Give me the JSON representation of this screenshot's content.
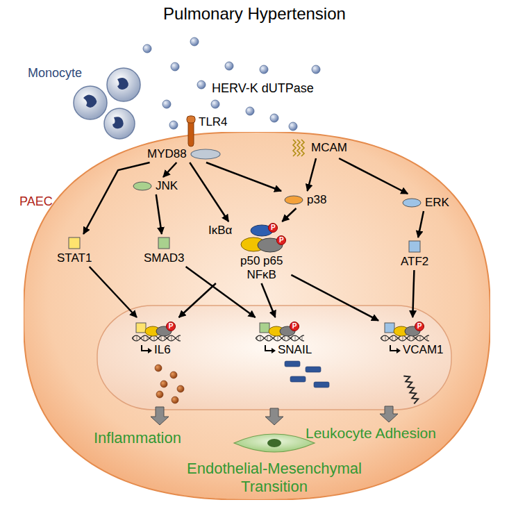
{
  "diagram": {
    "title": "Pulmonary Hypertension",
    "nodes": [
      {
        "text": [
          "PAEC"
        ]
      },
      {
        "text": [
          "TLR4"
        ]
      },
      {
        "text": [
          "MYD88"
        ],
        "in": 0
      },
      {
        "text": [
          "MCAM"
        ]
      },
      {
        "text": [
          "JNK"
        ],
        "in": 0
      },
      {
        "text": [
          "p38"
        ],
        "in": 0
      },
      {
        "text": [
          "ERK"
        ],
        "in": 0
      },
      {
        "text": [
          "STAT1"
        ],
        "in": 0
      },
      {
        "text": [
          "SMAD3"
        ],
        "in": 0
      },
      {
        "text": [
          "IκBα",
          "p50 p65",
          "NFκB"
        ],
        "in": 0
      },
      {
        "text": [
          "ATF2"
        ],
        "in": 0
      },
      {
        "text": [
          "IL6"
        ],
        "in": 0
      },
      {
        "text": [
          "SNAIL"
        ],
        "in": 0
      },
      {
        "text": [
          "VCAM1"
        ],
        "in": 0
      }
    ],
    "edges": [
      {
        "from": 2,
        "to": 7,
        "arrow": "to"
      },
      {
        "from": 2,
        "to": 4,
        "arrow": "to"
      },
      {
        "from": 2,
        "to": 9,
        "arrow": "to"
      },
      {
        "from": 2,
        "to": 5,
        "arrow": "to"
      },
      {
        "from": 3,
        "to": 5,
        "arrow": "to"
      },
      {
        "from": 3,
        "to": 6,
        "arrow": "to"
      },
      {
        "from": 4,
        "to": 8,
        "arrow": "to"
      },
      {
        "from": 5,
        "to": 9,
        "arrow": "to"
      },
      {
        "from": 6,
        "to": 10,
        "arrow": "to"
      },
      {
        "from": 7,
        "to": 11,
        "arrow": "to"
      },
      {
        "from": 8,
        "to": 12,
        "arrow": "to"
      },
      {
        "from": 9,
        "to": 11,
        "arrow": "to"
      },
      {
        "from": 9,
        "to": 12,
        "arrow": "to"
      },
      {
        "from": 9,
        "to": 13,
        "arrow": "to"
      },
      {
        "from": 10,
        "to": 13,
        "arrow": "to"
      }
    ],
    "labels": [
      "Monocyte",
      "HERV-K dUTPase",
      "P",
      "P",
      "P",
      "P",
      "P",
      "Inflammation",
      "Endothelial-Mesenchymal Transition",
      "Leukocyte Adhesion"
    ]
  }
}
